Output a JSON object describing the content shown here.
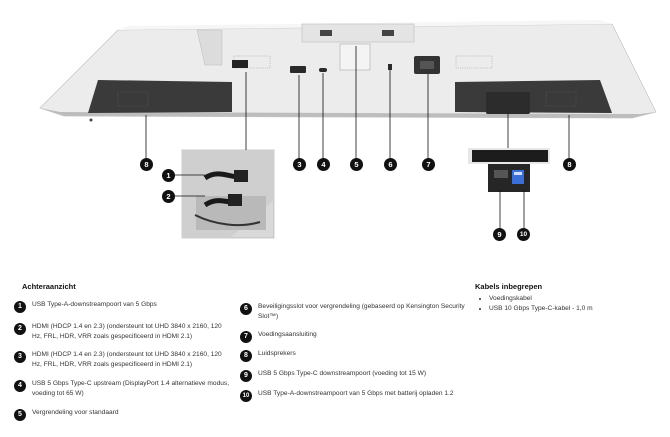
{
  "section_title": "Achteraanzicht",
  "callouts": [
    "1",
    "2",
    "3",
    "4",
    "5",
    "6",
    "7",
    "8",
    "9",
    "10"
  ],
  "items": [
    {
      "num": "1",
      "text": "USB Type-A-downstreampoort van 5 Gbps"
    },
    {
      "num": "2",
      "text": "HDMI (HDCP 1.4 en 2.3) (ondersteunt tot UHD 3840 x 2160, 120 Hz, FRL, HDR, VRR zoals gespecificeerd in HDMI 2.1)"
    },
    {
      "num": "3",
      "text": "HDMI (HDCP 1.4 en 2.3) (ondersteunt tot UHD 3840 x 2160, 120 Hz, FRL, HDR, VRR zoals gespecificeerd in HDMI 2.1)"
    },
    {
      "num": "4",
      "text": "USB 5 Gbps Type-C upstream (DisplayPort 1.4 alternatieve modus, voeding tot 65 W)"
    },
    {
      "num": "5",
      "text": "Vergrendeling voor standaard"
    },
    {
      "num": "6",
      "text": "Beveiligingsslot voor vergrendeling (gebaseerd op Kensington Security Slot™)"
    },
    {
      "num": "7",
      "text": "Voedingsaansluiting"
    },
    {
      "num": "8",
      "text": "Luidsprekers"
    },
    {
      "num": "9",
      "text": "USB 5 Gbps Type-C downstreampoort (voeding tot 15 W)"
    },
    {
      "num": "10",
      "text": "USB Type-A-downstreampoort van 5 Gbps met batterij opladen 1.2"
    }
  ],
  "cables_title": "Kabels inbegrepen",
  "cables": [
    "Voedingskabel",
    "USB 10 Gbps Type-C-kabel - 1,0 m"
  ]
}
